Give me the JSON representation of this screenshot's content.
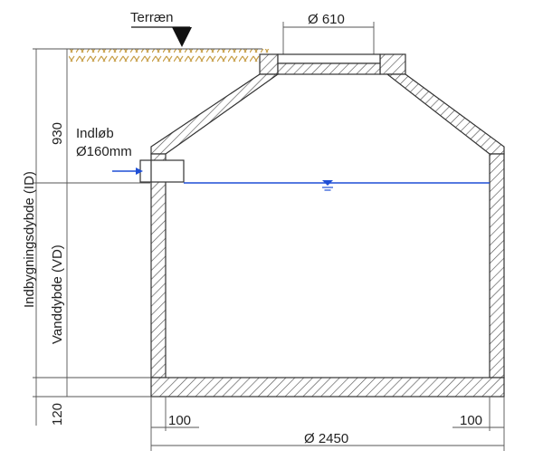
{
  "labels": {
    "terrain": "Terræn",
    "top_opening": "Ø 610",
    "inlet_title": "Indløb",
    "inlet_size": "Ø160mm",
    "depth_top": "930",
    "inner_depth": "Indbygningsdybde (ID)",
    "water_depth": "Vanddybde (VD)",
    "bottom_thickness": "120",
    "wall_left": "100",
    "wall_right": "100",
    "outer_diameter": "Ø 2450"
  },
  "colors": {
    "water_line": "#1f4fd6",
    "soil": "#c8a04a",
    "inlet_arrow": "#1f4fd6",
    "hatch": "#555555",
    "dimension": "#555555"
  }
}
